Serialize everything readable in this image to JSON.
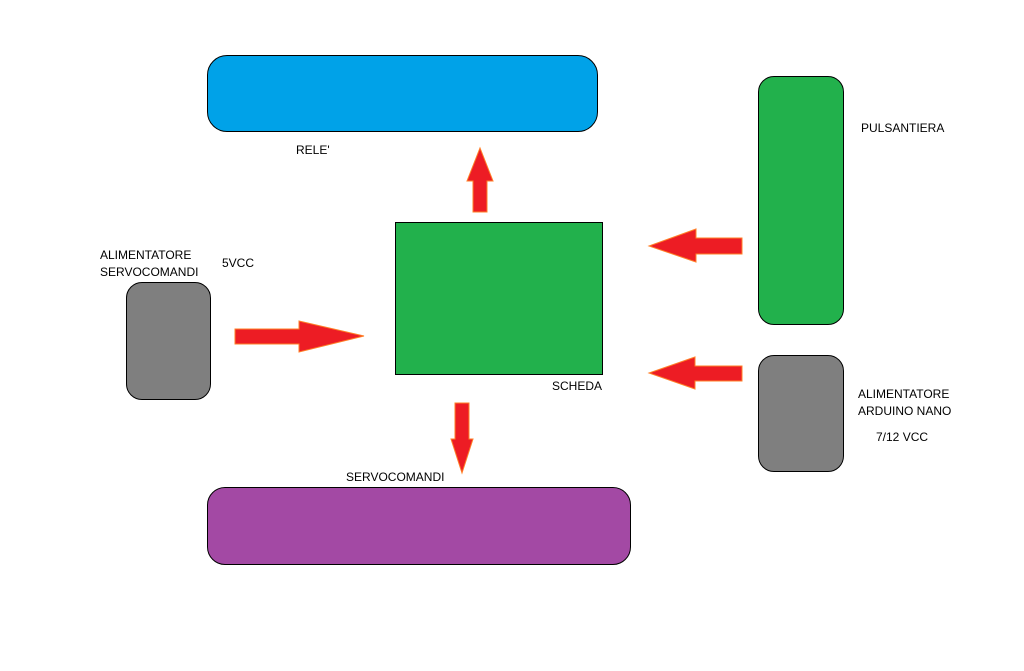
{
  "diagram": {
    "blocks": {
      "rele": {
        "label": "RELE'",
        "color": "#00a2e8"
      },
      "scheda": {
        "label": "SCHEDA",
        "color": "#22b14c"
      },
      "pulsantiera": {
        "label": "PULSANTIERA",
        "color": "#22b14c"
      },
      "alim_servo": {
        "label_line1": "ALIMENTATORE",
        "label_line2": "SERVOCOMANDI",
        "voltage": "5VCC",
        "color": "#7f7f7f"
      },
      "alim_arduino": {
        "label_line1": "ALIMENTATORE",
        "label_line2": "ARDUINO NANO",
        "voltage": "7/12 VCC",
        "color": "#7f7f7f"
      },
      "servocomandi": {
        "label": "SERVOCOMANDI",
        "color": "#a349a4"
      }
    },
    "arrow_color": "#ed1c24",
    "arrow_outline": "#ff7f27",
    "connections": [
      {
        "from": "scheda",
        "to": "rele",
        "direction": "up"
      },
      {
        "from": "alim_servo",
        "to": "scheda",
        "direction": "right"
      },
      {
        "from": "pulsantiera",
        "to": "scheda",
        "direction": "left"
      },
      {
        "from": "alim_arduino",
        "to": "scheda",
        "direction": "left"
      },
      {
        "from": "scheda",
        "to": "servocomandi",
        "direction": "down"
      }
    ]
  }
}
